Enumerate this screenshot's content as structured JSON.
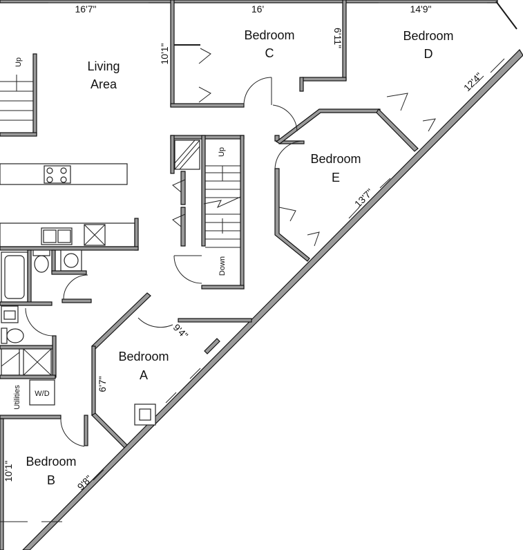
{
  "rooms": {
    "living": {
      "line1": "Living",
      "line2": "Area"
    },
    "bedroom_a": {
      "line1": "Bedroom",
      "line2": "A"
    },
    "bedroom_b": {
      "line1": "Bedroom",
      "line2": "B"
    },
    "bedroom_c": {
      "line1": "Bedroom",
      "line2": "C"
    },
    "bedroom_d": {
      "line1": "Bedroom",
      "line2": "D"
    },
    "bedroom_e": {
      "line1": "Bedroom",
      "line2": "E"
    }
  },
  "dimensions": {
    "living_width": "16'7\"",
    "bedroom_c_width": "16'",
    "bedroom_c_depth_left": "10'1\"",
    "bedroom_c_depth_right": "6'11\"",
    "bedroom_d_width": "14'9\"",
    "bedroom_d_diagonal": "12'4\"",
    "bedroom_e_diagonal": "13'7\"",
    "bedroom_a_diagonal": "9'4\"",
    "bedroom_a_left": "6'7\"",
    "bedroom_b_diagonal": "9'8\"",
    "bedroom_b_left": "10'1\""
  },
  "labels": {
    "stair_up_left": "Up",
    "stair_up_center": "Up",
    "stair_down": "Down",
    "utilities": "Utilities",
    "washer_dryer": "W/D"
  }
}
